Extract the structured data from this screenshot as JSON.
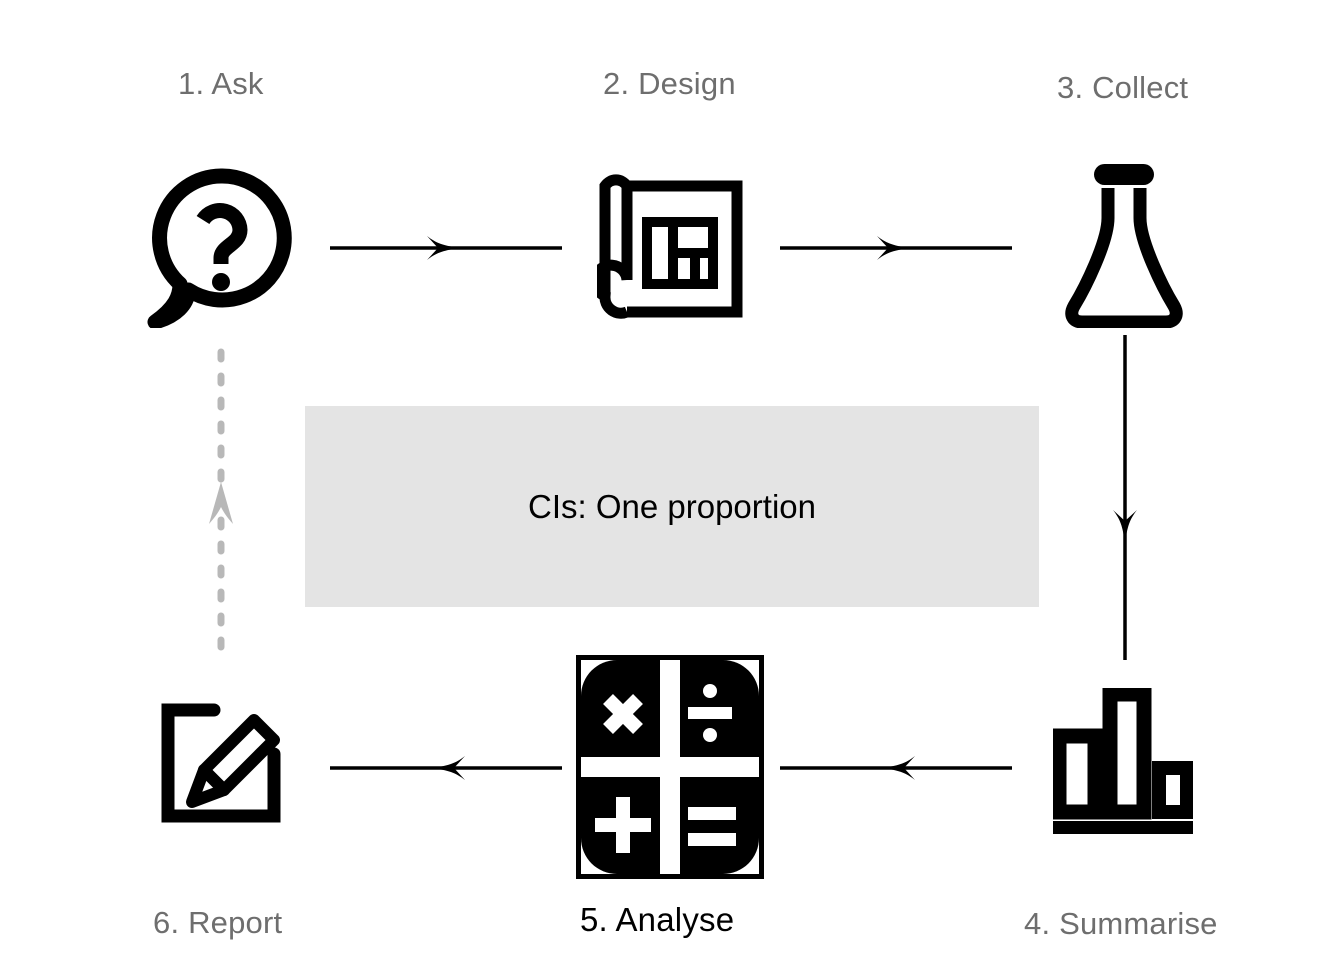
{
  "diagram": {
    "title_box": {
      "text": "CIs: One proportion",
      "background_color": "#e4e4e4",
      "text_color": "#000000"
    },
    "colors": {
      "inactive_label": "#6e6e6e",
      "active_label": "#000000",
      "icon": "#000000",
      "solid_arrow": "#000000",
      "dashed_arrow": "#b8b8b8",
      "page_background": "#ffffff"
    },
    "steps": [
      {
        "id": "ask",
        "label": "1. Ask",
        "icon": "speech-bubble-question-icon",
        "active": false
      },
      {
        "id": "design",
        "label": "2. Design",
        "icon": "blueprint-scroll-icon",
        "active": false
      },
      {
        "id": "collect",
        "label": "3. Collect",
        "icon": "erlenmeyer-flask-icon",
        "active": false
      },
      {
        "id": "summarise",
        "label": "4. Summarise",
        "icon": "bar-chart-icon",
        "active": false
      },
      {
        "id": "analyse",
        "label": "5. Analyse",
        "icon": "calculator-operations-icon",
        "active": true
      },
      {
        "id": "report",
        "label": "6. Report",
        "icon": "document-pencil-icon",
        "active": false
      }
    ],
    "connectors": [
      {
        "id": "ask-to-design",
        "style": "solid",
        "direction": "right"
      },
      {
        "id": "design-to-collect",
        "style": "solid",
        "direction": "right"
      },
      {
        "id": "collect-to-summarise",
        "style": "solid",
        "direction": "down"
      },
      {
        "id": "summarise-to-analyse",
        "style": "solid",
        "direction": "left"
      },
      {
        "id": "analyse-to-report",
        "style": "solid",
        "direction": "left"
      },
      {
        "id": "report-to-ask",
        "style": "dashed",
        "direction": "up"
      }
    ]
  }
}
